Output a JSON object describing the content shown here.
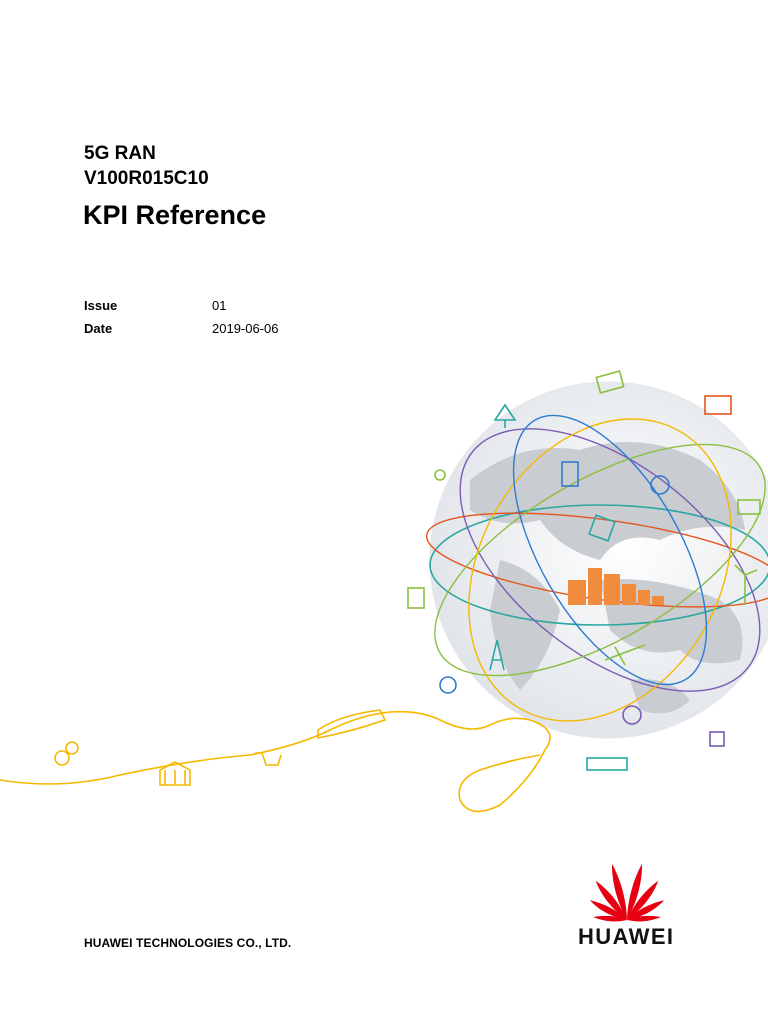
{
  "cover": {
    "product": "5G RAN",
    "version": "V100R015C10",
    "title": "KPI Reference",
    "meta": {
      "issue_label": "Issue",
      "issue_value": "01",
      "date_label": "Date",
      "date_value": "2019-06-06"
    },
    "company": "HUAWEI TECHNOLOGIES CO., LTD.",
    "brand": "HUAWEI"
  },
  "colors": {
    "logo_red": "#e60012",
    "city_orange": "#f08c3c",
    "line_yellow": "#f5b800",
    "globe_gray": "#c9ccd1"
  },
  "icons": [
    "money-icon",
    "chart-icon",
    "tree-icon",
    "people-icon",
    "fuel-pump-icon",
    "dish-icon",
    "camera-icon",
    "document-icon",
    "chip-icon",
    "wind-turbine-icon",
    "antenna-tower-icon",
    "pie-chart-icon",
    "plane-icon",
    "power-icon",
    "plug-icon",
    "train-icon",
    "gears-icon",
    "bank-icon",
    "cart-icon",
    "truck-icon"
  ]
}
